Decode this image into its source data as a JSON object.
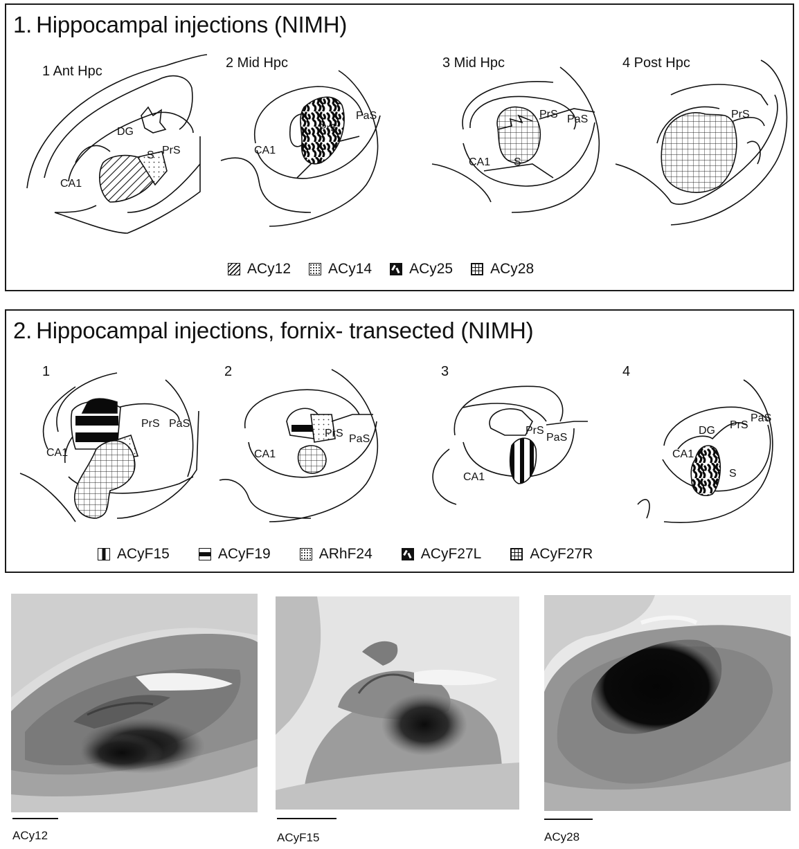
{
  "panel1": {
    "number": "1.",
    "title": "Hippocampal injections (NIMH)",
    "sections": [
      {
        "title": "1 Ant Hpc",
        "labels": [
          "DG",
          "S",
          "PrS",
          "CA1"
        ]
      },
      {
        "title": "2 Mid Hpc",
        "labels": [
          "PaS",
          "PrS",
          "CA1"
        ]
      },
      {
        "title": "3 Mid Hpc",
        "labels": [
          "PrS",
          "PaS",
          "CA1",
          "S"
        ]
      },
      {
        "title": "4 Post Hpc",
        "labels": [
          "PrS"
        ]
      }
    ],
    "legend": [
      {
        "label": "ACy12",
        "pattern": "diagonal-hatch"
      },
      {
        "label": "ACy14",
        "pattern": "dots"
      },
      {
        "label": "ACy25",
        "pattern": "black-worms"
      },
      {
        "label": "ACy28",
        "pattern": "grid"
      }
    ]
  },
  "panel2": {
    "number": "2.",
    "title": "Hippocampal injections, fornix- transected (NIMH)",
    "sections": [
      {
        "title": "1",
        "labels": [
          "PrS",
          "PaS",
          "CA1"
        ]
      },
      {
        "title": "2",
        "labels": [
          "PrS",
          "PaS",
          "CA1"
        ]
      },
      {
        "title": "3",
        "labels": [
          "PrS",
          "PaS",
          "CA1"
        ]
      },
      {
        "title": "4",
        "labels": [
          "PaS",
          "PrS",
          "DG",
          "CA1",
          "S"
        ]
      }
    ],
    "legend": [
      {
        "label": "ACyF15",
        "pattern": "vertical-bars"
      },
      {
        "label": "ACyF19",
        "pattern": "horizontal-bars"
      },
      {
        "label": "ARhF24",
        "pattern": "dots"
      },
      {
        "label": "ACyF27L",
        "pattern": "black-worms"
      },
      {
        "label": "ACyF27R",
        "pattern": "grid"
      }
    ]
  },
  "photos": [
    {
      "caption": "ACy12"
    },
    {
      "caption": "ACyF15"
    },
    {
      "caption": "ACy28"
    }
  ],
  "colors": {
    "ink": "#111111",
    "tissue": "#8a8a8a",
    "tissue_light": "#d6d6d6",
    "injection": "#0d0d0d"
  }
}
